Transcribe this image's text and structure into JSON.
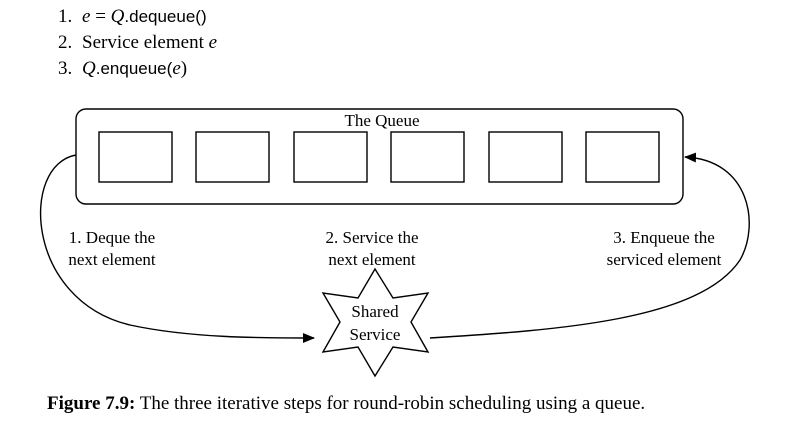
{
  "algorithm": {
    "steps": [
      {
        "num": "1.",
        "var_e": "e",
        "eq": " = ",
        "var_q": "Q",
        "method": ".dequeue()"
      },
      {
        "num": "2.",
        "text": "Service element ",
        "var_e": "e"
      },
      {
        "num": "3.",
        "var_q": "Q",
        "method": ".enqueue(",
        "var_e": "e",
        "close": ")"
      }
    ]
  },
  "diagram": {
    "queue_title": "The Queue",
    "queue_slot_count": 6,
    "labels": {
      "dequeue": [
        "1. Deque the",
        "next element"
      ],
      "service": [
        "2. Service the",
        "next element"
      ],
      "enqueue": [
        "3. Enqueue the",
        "serviced element"
      ]
    },
    "shared_service": [
      "Shared",
      "Service"
    ]
  },
  "caption": {
    "label": "Figure 7.9:",
    "text": " The three iterative steps for round-robin scheduling using a queue."
  }
}
